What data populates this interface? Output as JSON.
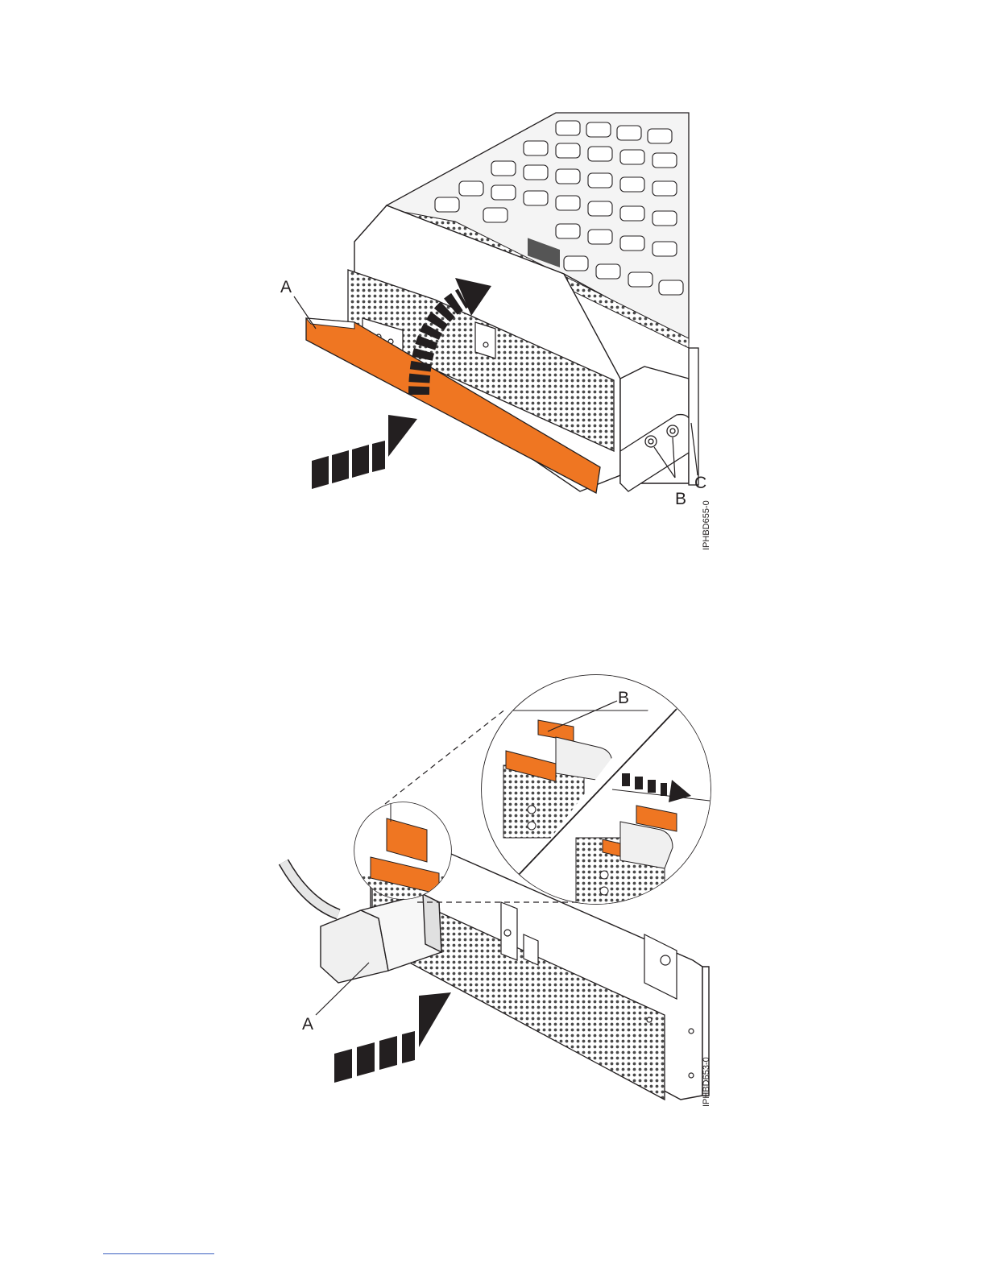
{
  "figure1": {
    "labels": {
      "a": "A",
      "b": "B",
      "c": "C"
    },
    "figure_id": "IPHBD655-0"
  },
  "figure2": {
    "labels": {
      "a": "A",
      "b": "B"
    },
    "figure_id": "IPHBD653-0"
  },
  "colors": {
    "accent": "#ef7622",
    "line": "#231f20",
    "metal": "#f2f2f2"
  }
}
